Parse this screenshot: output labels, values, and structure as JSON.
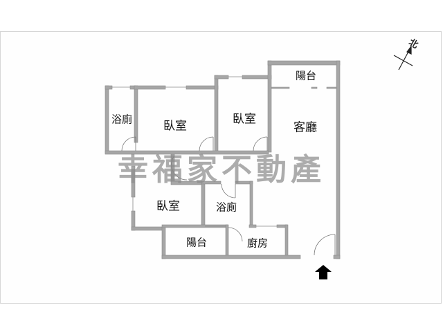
{
  "floor_plan": {
    "colors": {
      "wall": "#a6a6a6",
      "wall_outline": "#8a8a8a",
      "frame_border": "#d6d6d6",
      "watermark": "#8c8c8c",
      "text": "#111111",
      "entrance_arrow": "#000000"
    },
    "rooms": [
      {
        "id": "bathroom-1",
        "label": "浴廁"
      },
      {
        "id": "bedroom-1",
        "label": "臥室"
      },
      {
        "id": "bedroom-2",
        "label": "臥室"
      },
      {
        "id": "balcony-1",
        "label": "陽台"
      },
      {
        "id": "living-room",
        "label": "客廳"
      },
      {
        "id": "bedroom-3",
        "label": "臥室"
      },
      {
        "id": "bathroom-2",
        "label": "浴廁"
      },
      {
        "id": "balcony-2",
        "label": "陽台"
      },
      {
        "id": "kitchen",
        "label": "廚房"
      }
    ],
    "watermark": "幸福家不動產",
    "compass": {
      "label": "北",
      "icon": "north-arrow-icon"
    },
    "entrance": {
      "icon": "entrance-arrow-icon"
    }
  }
}
